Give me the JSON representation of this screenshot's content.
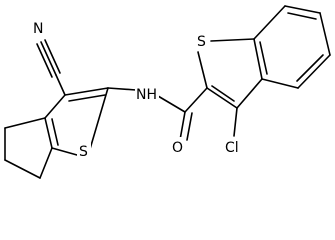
{
  "structure": {
    "atoms": {
      "n_triple": "N",
      "nh": "NH",
      "s_thiophene_left": "S",
      "s_benzothiophene": "S",
      "o_carbonyl": "O",
      "cl": "Cl"
    }
  }
}
